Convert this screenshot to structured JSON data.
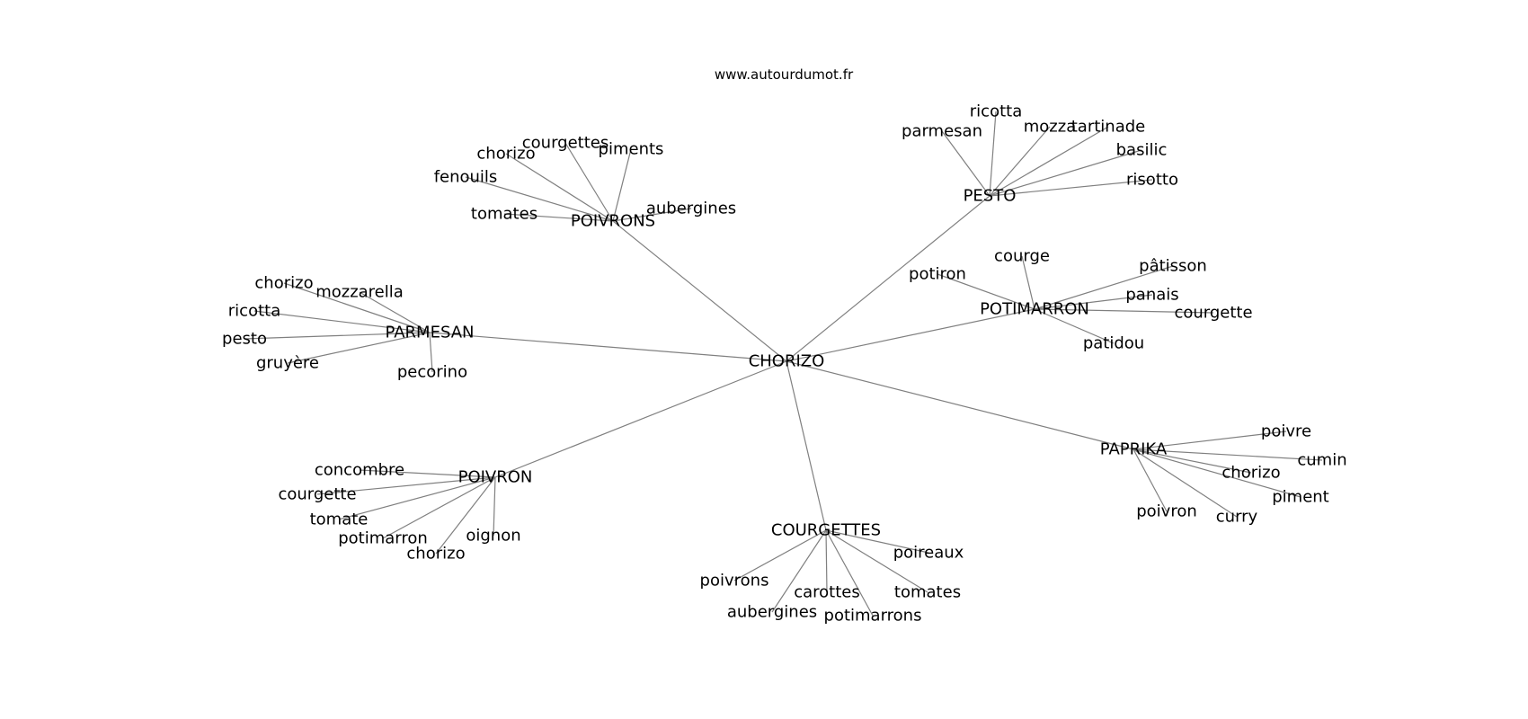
{
  "source": "www.autourdumot.fr",
  "edge_color": "#808080",
  "graph": {
    "center": "CHORIZO",
    "hubs": [
      {
        "label": "POIVRONS",
        "leaves": [
          "chorizo",
          "courgettes",
          "piments",
          "fenouils",
          "tomates",
          "aubergines"
        ]
      },
      {
        "label": "PESTO",
        "leaves": [
          "parmesan",
          "ricotta",
          "mozza",
          "tartinade",
          "basilic",
          "risotto"
        ]
      },
      {
        "label": "PARMESAN",
        "leaves": [
          "chorizo",
          "mozzarella",
          "ricotta",
          "pesto",
          "gruyère",
          "pecorino"
        ]
      },
      {
        "label": "POTIMARRON",
        "leaves": [
          "courge",
          "potiron",
          "pâtisson",
          "panais",
          "courgette",
          "patidou"
        ]
      },
      {
        "label": "PAPRIKA",
        "leaves": [
          "poivre",
          "cumin",
          "chorizo",
          "piment",
          "poivron",
          "curry"
        ]
      },
      {
        "label": "POIVRON",
        "leaves": [
          "concombre",
          "courgette",
          "tomate",
          "potimarron",
          "chorizo",
          "oignon"
        ]
      },
      {
        "label": "COURGETTES",
        "leaves": [
          "poireaux",
          "poivrons",
          "carottes",
          "tomates",
          "aubergines",
          "potimarrons"
        ]
      }
    ]
  }
}
